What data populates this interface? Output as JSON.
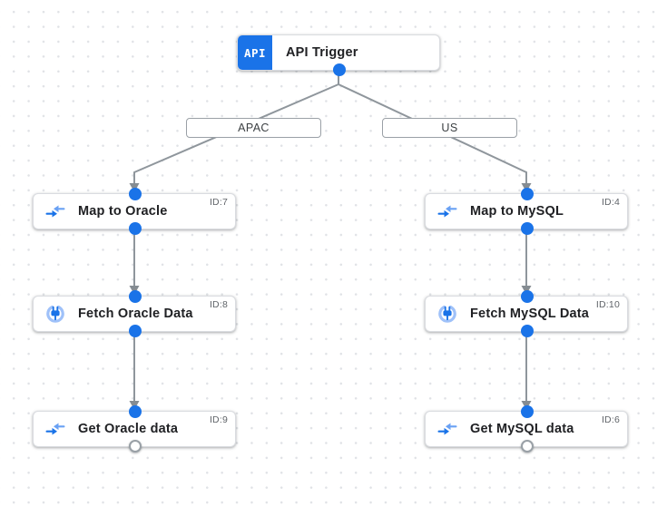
{
  "trigger": {
    "badge": "API",
    "label": "API Trigger",
    "icon": "api-badge-icon"
  },
  "branch_labels": [
    {
      "label": "APAC"
    },
    {
      "label": "US"
    }
  ],
  "nodes": [
    {
      "label": "Map to Oracle",
      "id_label": "ID:7",
      "icon": "data-mapping-icon"
    },
    {
      "label": "Fetch Oracle Data",
      "id_label": "ID:8",
      "icon": "connector-icon"
    },
    {
      "label": "Get Oracle data",
      "id_label": "ID:9",
      "icon": "data-mapping-icon"
    },
    {
      "label": "Map to MySQL",
      "id_label": "ID:4",
      "icon": "data-mapping-icon"
    },
    {
      "label": "Fetch MySQL Data",
      "id_label": "ID:10",
      "icon": "connector-icon"
    },
    {
      "label": "Get MySQL data",
      "id_label": "ID:6",
      "icon": "data-mapping-icon"
    }
  ],
  "colors": {
    "accent_blue": "#1a73e8",
    "icon_light_blue": "#69a1f4",
    "connector_ring_blue": "#9fc1f9",
    "edge_gray": "#8f969c",
    "node_border": "#dadce0",
    "label_text": "#202124",
    "id_text": "#5f6368",
    "end_port_border": "#99a0a6"
  }
}
